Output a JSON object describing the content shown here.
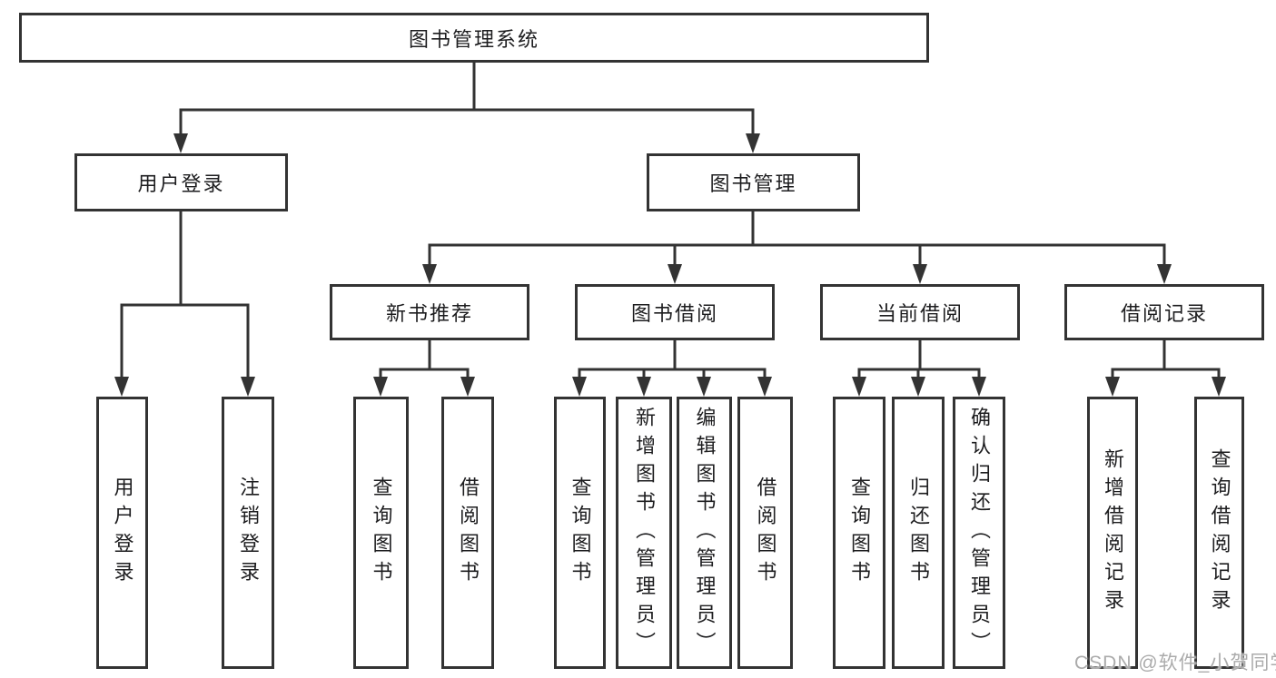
{
  "colors": {
    "line": "#333333",
    "text": "#1d1d1f",
    "watermark": "#ababab",
    "background": "#ffffff"
  },
  "tree": {
    "root": {
      "label": "图书管理系统"
    },
    "branches": [
      {
        "label": "用户登录",
        "children": [
          {
            "label": "用户登录"
          },
          {
            "label": "注销登录"
          }
        ]
      },
      {
        "label": "图书管理",
        "groups": [
          {
            "label": "新书推荐",
            "children": [
              {
                "label": "查询图书"
              },
              {
                "label": "借阅图书"
              }
            ]
          },
          {
            "label": "图书借阅",
            "children": [
              {
                "label": "查询图书"
              },
              {
                "label": "新增图书（管理员）"
              },
              {
                "label": "编辑图书（管理员）"
              },
              {
                "label": "借阅图书"
              }
            ]
          },
          {
            "label": "当前借阅",
            "children": [
              {
                "label": "查询图书"
              },
              {
                "label": "归还图书"
              },
              {
                "label": "确认归还（管理员）"
              }
            ]
          },
          {
            "label": "借阅记录",
            "children": [
              {
                "label": "新增借阅记录"
              },
              {
                "label": "查询借阅记录"
              }
            ]
          }
        ]
      }
    ]
  },
  "watermark": {
    "text": "CSDN @软件_小贺同学"
  }
}
